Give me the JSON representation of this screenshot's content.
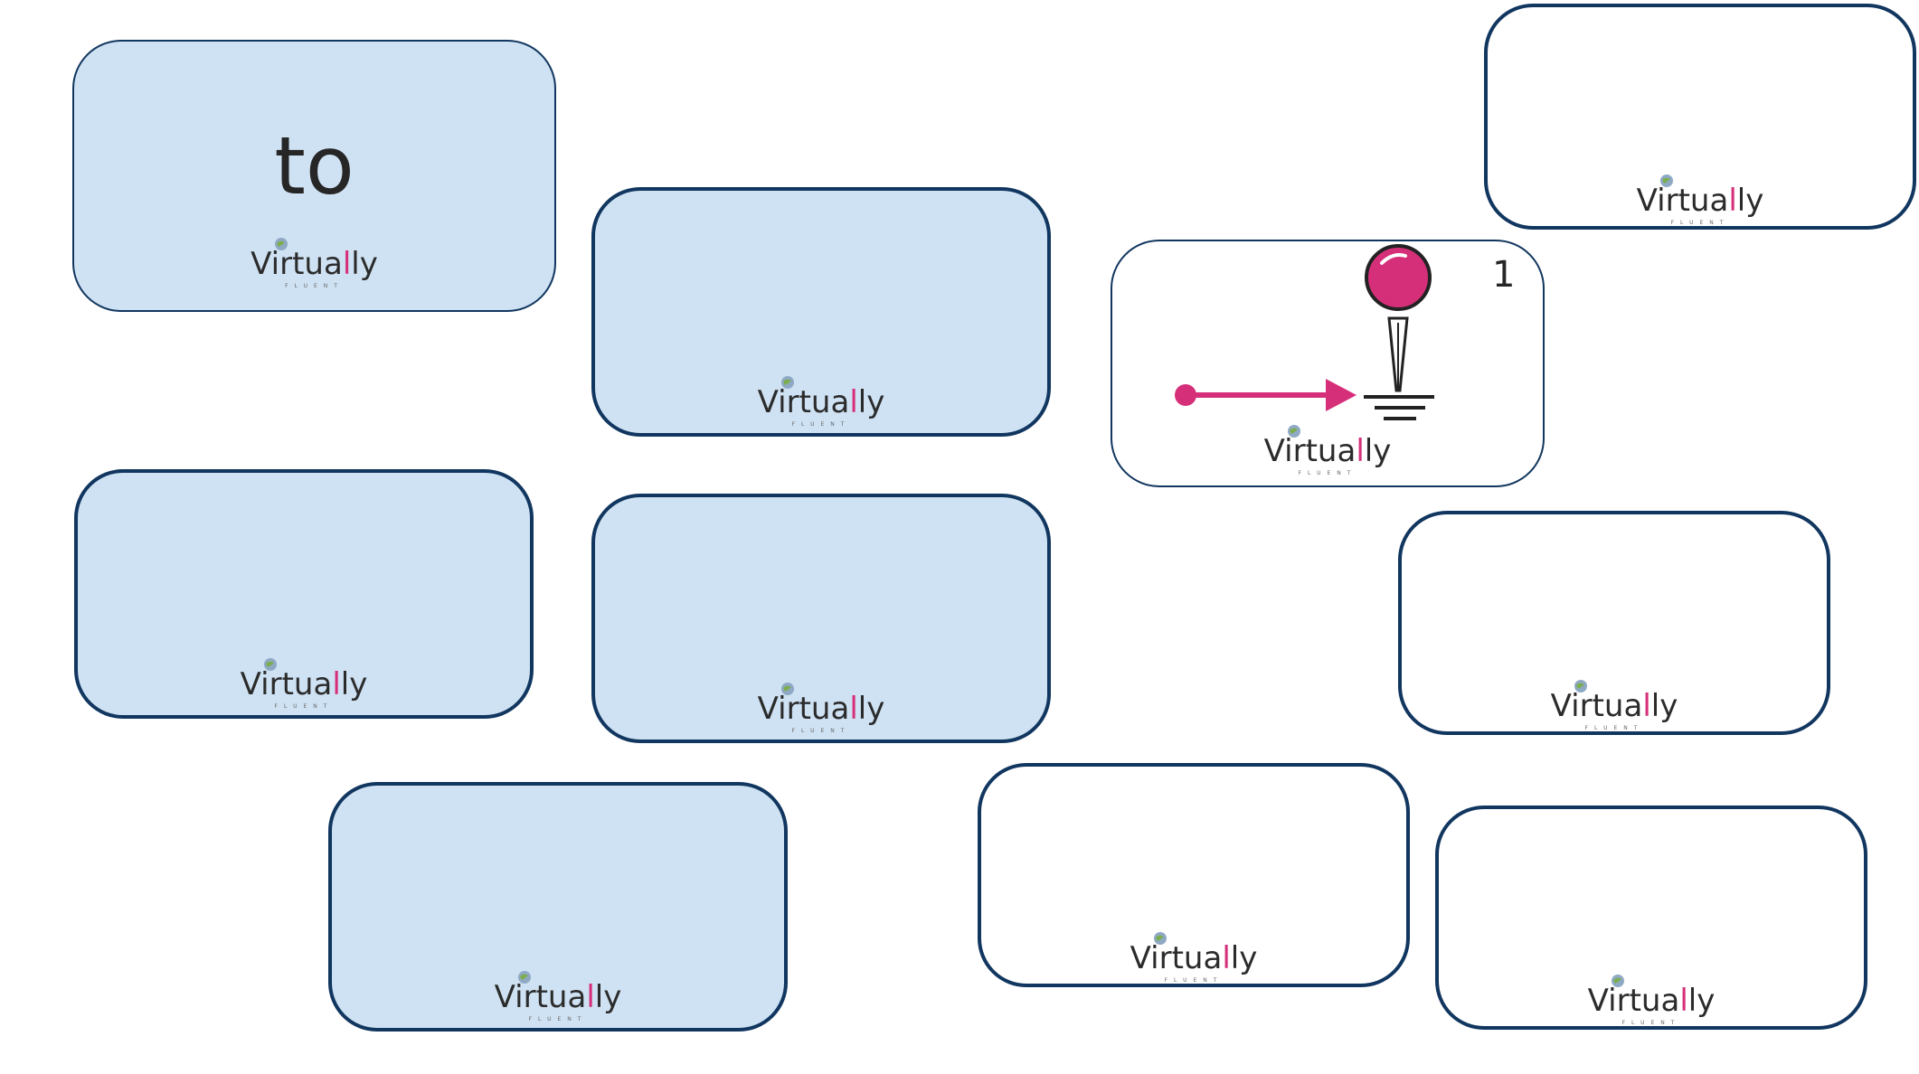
{
  "brand": {
    "wordmark_start": "Virtua",
    "wordmark_accent": "l",
    "wordmark_end": "ly",
    "tagline": "FLUENT"
  },
  "cards": {
    "c1": {
      "word": "to"
    },
    "c5": {
      "count": "1"
    }
  },
  "icons": {
    "logo_globe": "globe-icon",
    "picture": "pin-arrow-icon"
  },
  "colors": {
    "card_blue": "#cfe2f3",
    "card_border": "#11365f",
    "accent_pink": "#d62f7a"
  }
}
